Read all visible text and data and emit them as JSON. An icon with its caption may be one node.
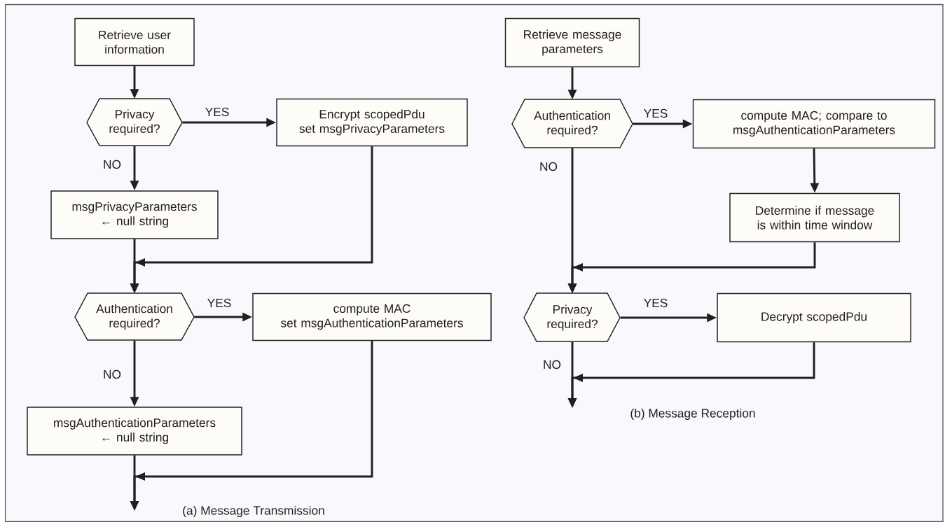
{
  "diagram": {
    "nodes": [
      {
        "text": [
          "Retrieve user information"
        ]
      },
      {
        "text": [
          "Privacy required?"
        ]
      },
      {
        "text": [
          "Encrypt scopedPdu",
          "set msgPrivacyParameters"
        ]
      },
      {
        "text": [
          "msgPrivacyParameters ← null string"
        ]
      },
      {
        "text": [
          "Authentication required?"
        ]
      },
      {
        "text": [
          "compute MAC",
          "set msgAuthenticationParameters"
        ]
      },
      {
        "text": [
          "msgAuthenticationParameters ← null string"
        ]
      },
      {
        "text": [
          "Retrieve message parameters"
        ]
      },
      {
        "text": [
          "Authentication required?"
        ]
      },
      {
        "text": [
          "compute MAC; compare to msgAuthenticationParameters"
        ]
      },
      {
        "text": [
          "Determine if message is within time window"
        ]
      },
      {
        "text": [
          "Privacy required?"
        ]
      },
      {
        "text": [
          "Decrypt scopedPdu"
        ]
      }
    ],
    "edges": [
      {
        "from": 0,
        "to": 1,
        "arrow": "to"
      },
      {
        "from": 1,
        "to": 2,
        "arrow": "to",
        "label": "YES"
      },
      {
        "from": 1,
        "to": 3,
        "arrow": "to",
        "label": "NO"
      },
      {
        "from": 3,
        "to": 4,
        "arrow": "to"
      },
      {
        "from": 2,
        "to": 4,
        "arrow": "to"
      },
      {
        "from": 4,
        "to": 5,
        "arrow": "to",
        "label": "YES"
      },
      {
        "from": 4,
        "to": 6,
        "arrow": "to",
        "label": "NO"
      },
      {
        "from": 6,
        "to": null,
        "arrow": "to"
      },
      {
        "from": 5,
        "to": null,
        "arrow": "to"
      },
      {
        "from": 7,
        "to": 8,
        "arrow": "to"
      },
      {
        "from": 8,
        "to": 9,
        "arrow": "to",
        "label": "YES"
      },
      {
        "from": 8,
        "to": 11,
        "arrow": "to",
        "label": "NO"
      },
      {
        "from": 9,
        "to": 10,
        "arrow": "to"
      },
      {
        "from": 10,
        "to": 11,
        "arrow": "to"
      },
      {
        "from": 11,
        "to": 12,
        "arrow": "to",
        "label": "YES"
      },
      {
        "from": 11,
        "to": null,
        "arrow": "to",
        "label": "NO"
      },
      {
        "from": 12,
        "to": null,
        "arrow": "to"
      }
    ],
    "labels": [
      "(a) Message Transmission",
      "(b) Message Reception"
    ]
  }
}
